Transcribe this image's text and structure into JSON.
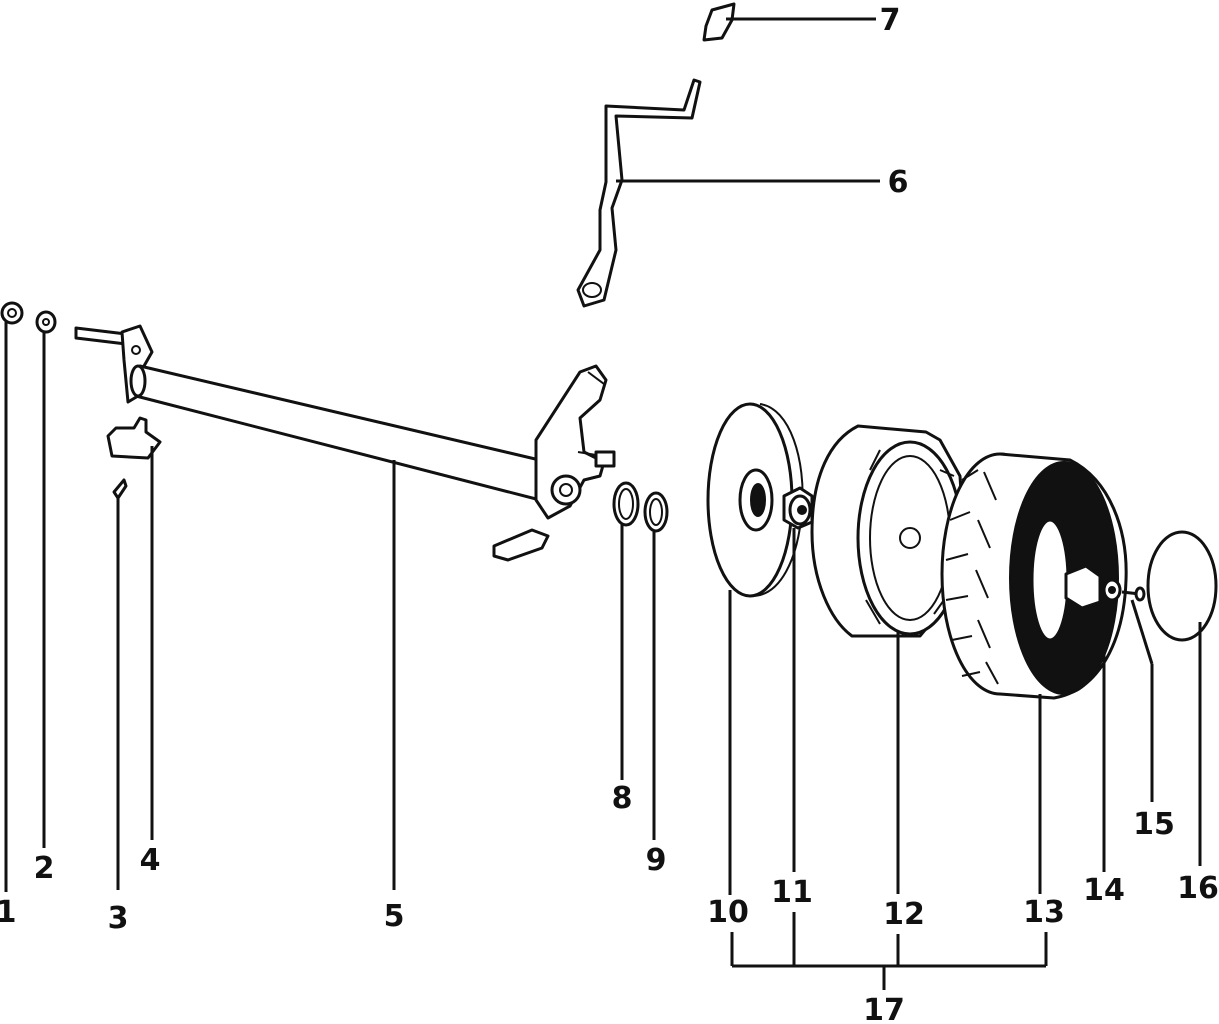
{
  "labels": {
    "l1": "1",
    "l2": "2",
    "l3": "3",
    "l4": "4",
    "l5": "5",
    "l6": "6",
    "l7": "7",
    "l8": "8",
    "l9": "9",
    "l10": "10",
    "l11": "11",
    "l12": "12",
    "l13": "13",
    "l14": "14",
    "l15": "15",
    "l16": "16",
    "l17": "17"
  },
  "colors": {
    "ink": "#111111",
    "paper": "#ffffff"
  }
}
